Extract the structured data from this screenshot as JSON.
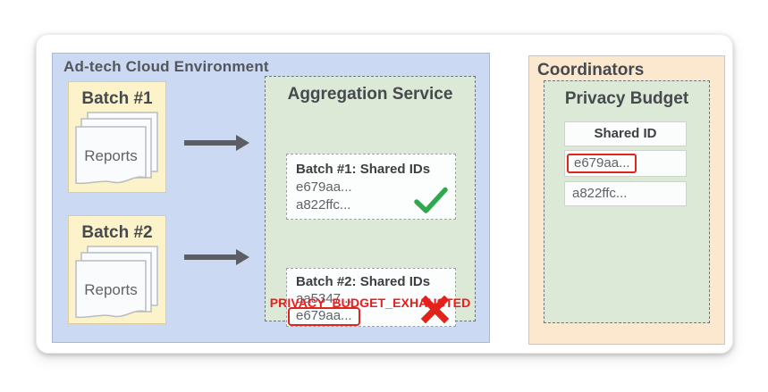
{
  "colors": {
    "environment_blue": "#ccd9f2",
    "batch_yellow": "#fdf3cb",
    "service_green": "#dbe9d6",
    "coordinator_orange": "#fce8cf",
    "success_green": "#2fa94e",
    "error_red": "#e2231a",
    "highlight_red": "#dc271b",
    "title_gray": "#46494e",
    "text_gray": "#5f6368"
  },
  "adtech": {
    "title": "Ad-tech Cloud Environment",
    "batches": [
      {
        "label": "Batch #1",
        "doc_label": "Reports"
      },
      {
        "label": "Batch #2",
        "doc_label": "Reports"
      }
    ],
    "aggregation": {
      "title": "Aggregation Service",
      "results": [
        {
          "title": "Batch #1: Shared IDs",
          "ids": [
            "e679aa...",
            "a822ffc..."
          ],
          "status": "success",
          "status_icon": "checkmark-icon"
        },
        {
          "title": "Batch #2: Shared IDs",
          "ids": [
            "aa5347...",
            "e679aa..."
          ],
          "status": "failure",
          "status_icon": "x-icon",
          "highlighted_id": "e679aa..."
        }
      ],
      "error_label": "PRIVACY_BUDGET_EXHAUSTED"
    }
  },
  "coordinators": {
    "title": "Coordinators",
    "privacy_budget": {
      "title": "Privacy Budget",
      "table": {
        "header": "Shared ID",
        "rows": [
          {
            "id": "e679aa...",
            "highlighted": true
          },
          {
            "id": "a822ffc...",
            "highlighted": false
          }
        ]
      }
    }
  }
}
